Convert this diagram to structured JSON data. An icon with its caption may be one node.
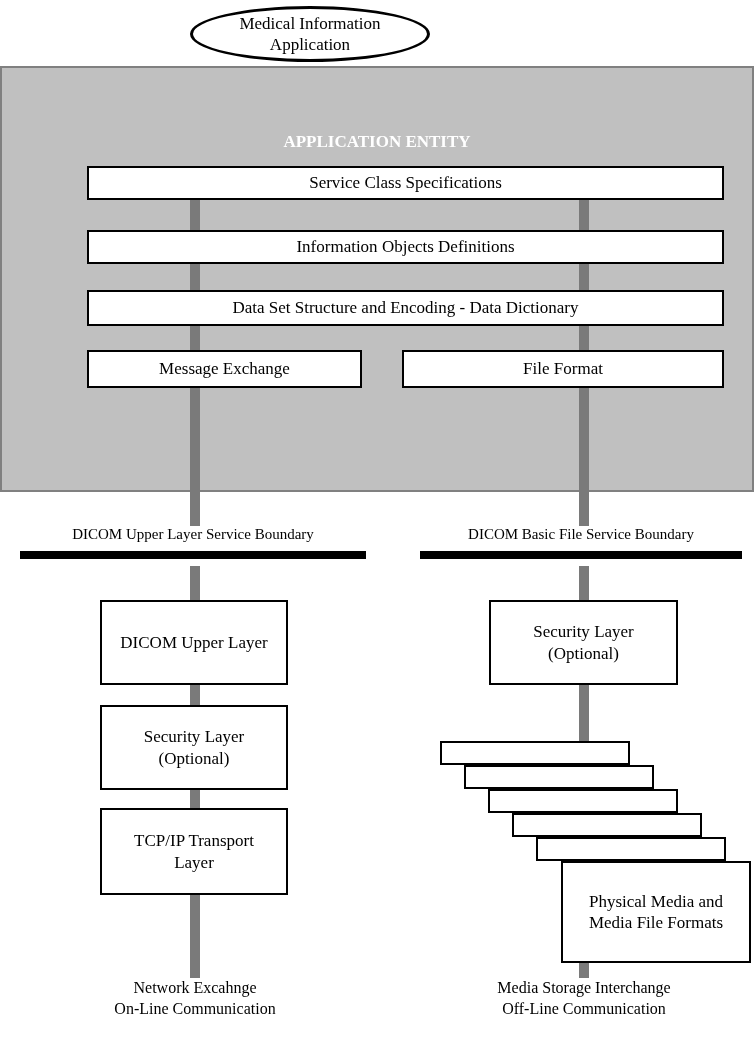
{
  "diagram": {
    "nodes": [
      {
        "text": [
          "Medical Information Application"
        ]
      },
      {
        "text": [
          "APPLICATION ENTITY"
        ]
      },
      {
        "text": [
          "Service Class Specifications"
        ],
        "in": 1
      },
      {
        "text": [
          "Information Objects Definitions"
        ],
        "in": 1
      },
      {
        "text": [
          "Data Set Structure and Encoding - Data Dictionary"
        ],
        "in": 1
      },
      {
        "text": [
          "Message Exchange"
        ],
        "in": 1
      },
      {
        "text": [
          "File Format"
        ],
        "in": 1
      },
      {
        "text": [
          "DICOM Upper Layer Service Boundary"
        ]
      },
      {
        "text": [
          "DICOM Basic File Service Boundary"
        ]
      },
      {
        "text": [
          "DICOM Upper Layer"
        ]
      },
      {
        "text": [
          "Security Layer (Optional)"
        ]
      },
      {
        "text": [
          "TCP/IP Transport Layer"
        ]
      },
      {
        "text": [
          "Security Layer (Optional)"
        ]
      },
      {
        "text": [],
        "shape": "box"
      },
      {
        "text": [],
        "shape": "box"
      },
      {
        "text": [],
        "shape": "box"
      },
      {
        "text": [],
        "shape": "box"
      },
      {
        "text": [],
        "shape": "box"
      },
      {
        "text": [
          "Physical Media and Media File Formats"
        ]
      },
      {
        "text": [
          "Network Excahnge On-Line Communication"
        ]
      },
      {
        "text": [
          "Media Storage Interchange Off-Line Communication"
        ]
      }
    ],
    "edges": [
      {
        "from": 2,
        "to": 3,
        "arrow": "none"
      },
      {
        "from": 3,
        "to": 4,
        "arrow": "none"
      },
      {
        "from": 4,
        "to": 5,
        "arrow": "none"
      },
      {
        "from": 5,
        "to": 7,
        "arrow": "none"
      },
      {
        "from": 7,
        "to": 9,
        "arrow": "none"
      },
      {
        "from": 9,
        "to": 10,
        "arrow": "none"
      },
      {
        "from": 10,
        "to": 11,
        "arrow": "none"
      },
      {
        "from": 11,
        "to": 19,
        "arrow": "none"
      },
      {
        "from": 2,
        "to": 3,
        "arrow": "none"
      },
      {
        "from": 3,
        "to": 4,
        "arrow": "none"
      },
      {
        "from": 4,
        "to": 6,
        "arrow": "none"
      },
      {
        "from": 6,
        "to": 8,
        "arrow": "none"
      },
      {
        "from": 8,
        "to": 12,
        "arrow": "none"
      },
      {
        "from": 12,
        "to": 13,
        "arrow": "none"
      },
      {
        "from": 18,
        "to": 20,
        "arrow": "none"
      }
    ]
  }
}
